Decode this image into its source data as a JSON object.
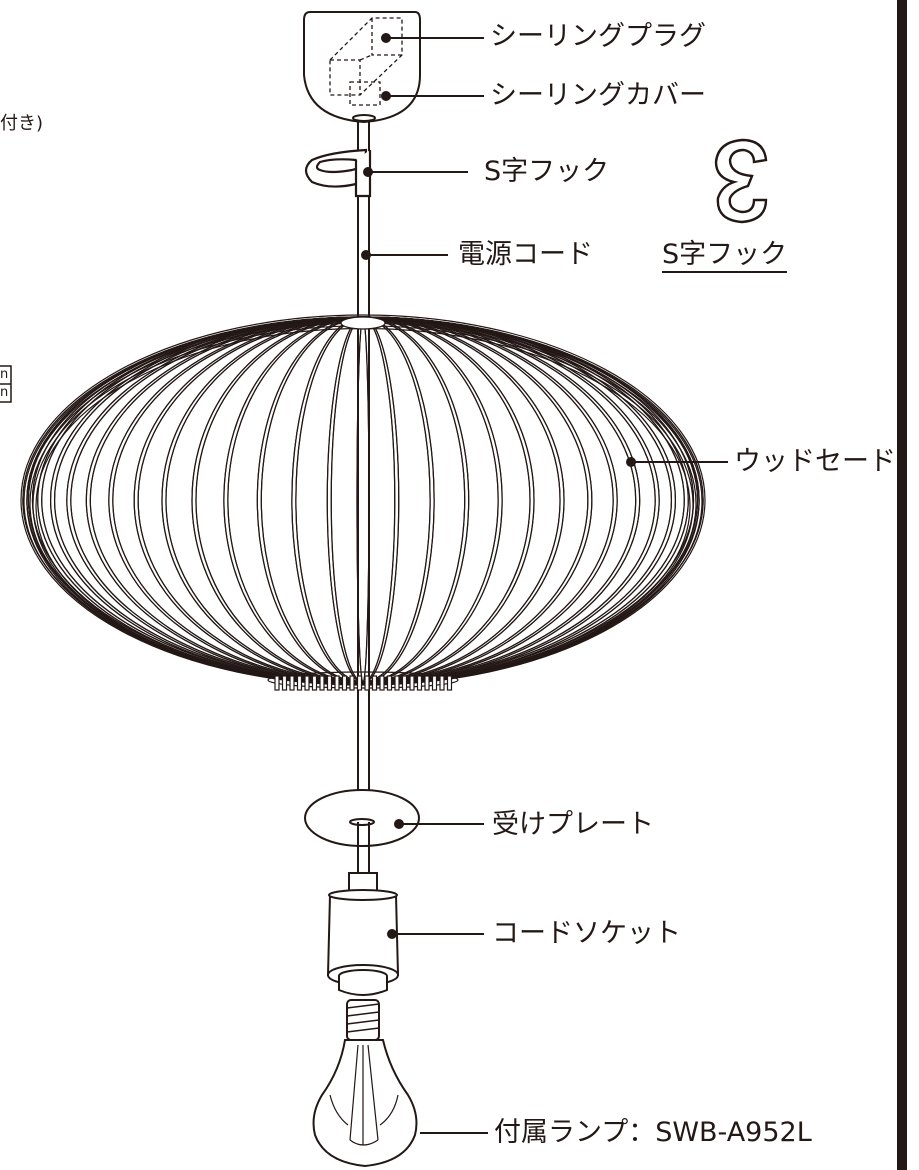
{
  "labels": {
    "ceiling_plug": "シーリングプラグ",
    "ceiling_cover": "シーリングカバー",
    "s_hook": "S字フック",
    "power_cord": "電源コード",
    "wood_shade": "ウッドセード",
    "receiver_plate": "受けプレート",
    "cord_socket": "コードソケット",
    "included_lamp": "付属ランプ：SWB-A952L"
  },
  "inset": {
    "s_hook_title": "S字フック"
  },
  "left_fragments": {
    "text": "付き)",
    "box_line_1": "n",
    "box_line_2": "n"
  },
  "colors": {
    "ink": "#231815",
    "paper": "#ffffff"
  }
}
